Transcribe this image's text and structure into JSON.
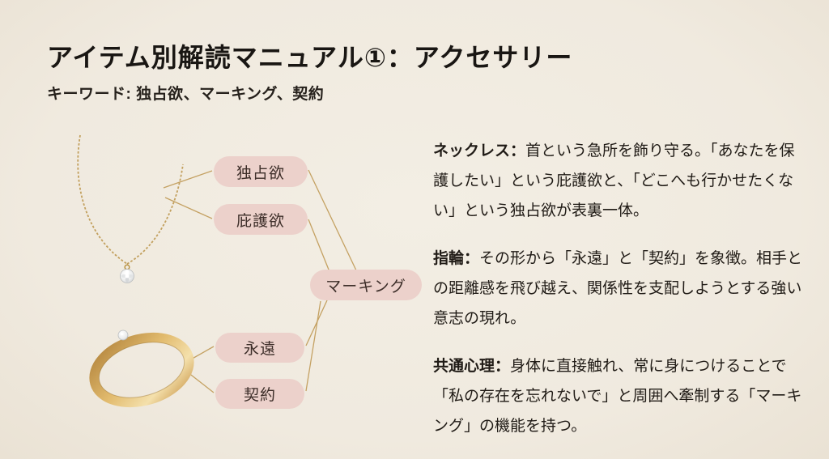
{
  "page": {
    "title": "アイテム別解読マニュアル①：アクセサリー",
    "keywords_line": "キーワード: 独占欲、マーキング、契約"
  },
  "diagram": {
    "nodes": [
      {
        "id": "possessiveness",
        "label": "独占欲"
      },
      {
        "id": "protectiveness",
        "label": "庇護欲"
      },
      {
        "id": "marking",
        "label": "マーキング"
      },
      {
        "id": "eternity",
        "label": "永遠"
      },
      {
        "id": "contract",
        "label": "契約"
      }
    ],
    "illustrations": [
      {
        "name": "necklace-illustration",
        "description": "gold chain necklace with diamond pendant"
      },
      {
        "name": "ring-illustration",
        "description": "gold ring with small diamond"
      }
    ],
    "colors": {
      "node_fill": "#ecd1cb",
      "node_text": "#3d2e29",
      "connector_line": "#c4a162",
      "gold": "#d4a85c",
      "background": "#f0eadf"
    }
  },
  "descriptions": [
    {
      "label": "ネックレス：",
      "text": "首という急所を飾り守る。「あなたを保護したい」という庇護欲と、「どこへも行かせたくない」という独占欲が表裏一体。"
    },
    {
      "label": "指輪：",
      "text": "その形から「永遠」と「契約」を象徴。相手との距離感を飛び越え、関係性を支配しようとする強い意志の現れ。"
    },
    {
      "label": "共通心理：",
      "text": "身体に直接触れ、常に身につけることで「私の存在を忘れないで」と周囲へ牽制する「マーキング」の機能を持つ。"
    }
  ]
}
